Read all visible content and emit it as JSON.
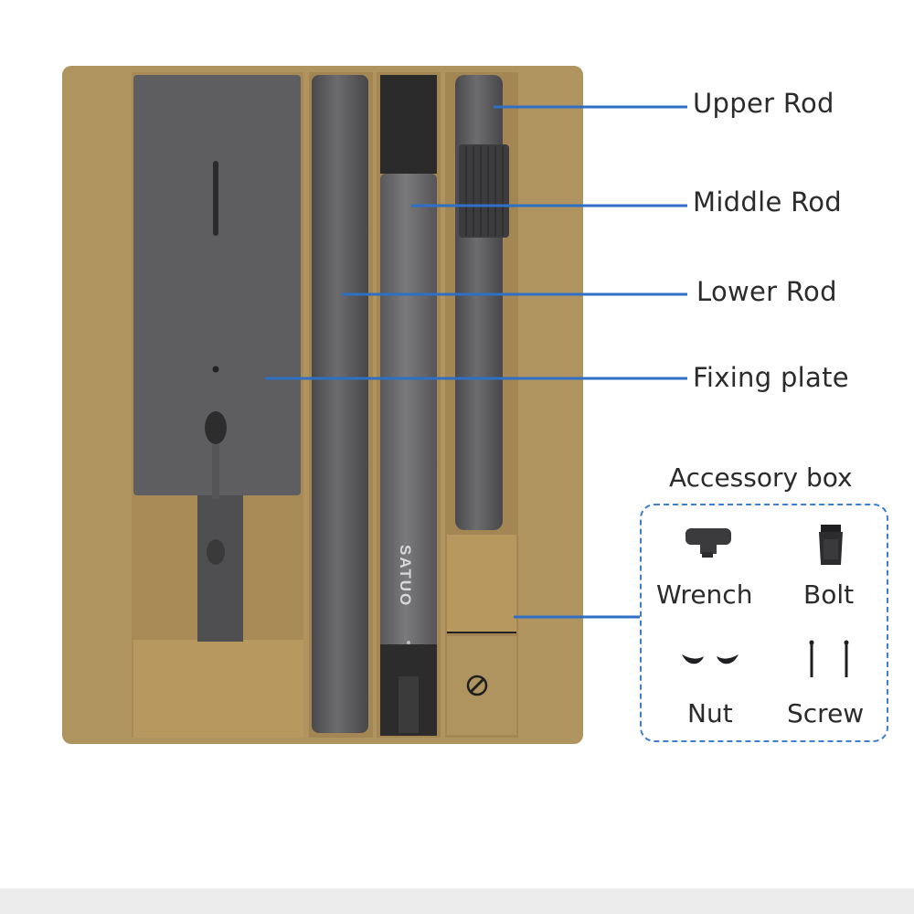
{
  "callouts": {
    "upper_rod": "Upper Rod",
    "middle_rod": "Middle Rod",
    "lower_rod": "Lower Rod",
    "fixing_plate": "Fixing plate"
  },
  "accessory_box": {
    "title": "Accessory box",
    "items": {
      "wrench": "Wrench",
      "bolt": "Bolt",
      "nut": "Nut",
      "screw": "Screw"
    }
  },
  "rod_brand": "SATUO",
  "colors": {
    "tray": "#b09460",
    "component_grey": "#5e5e60",
    "callout_line": "#2f6fc4",
    "dashed_border": "#3d7fd0"
  },
  "icons": [
    "wrench-icon",
    "bolt-icon",
    "nut-icon",
    "screw-icon",
    "hex-key-icon"
  ]
}
